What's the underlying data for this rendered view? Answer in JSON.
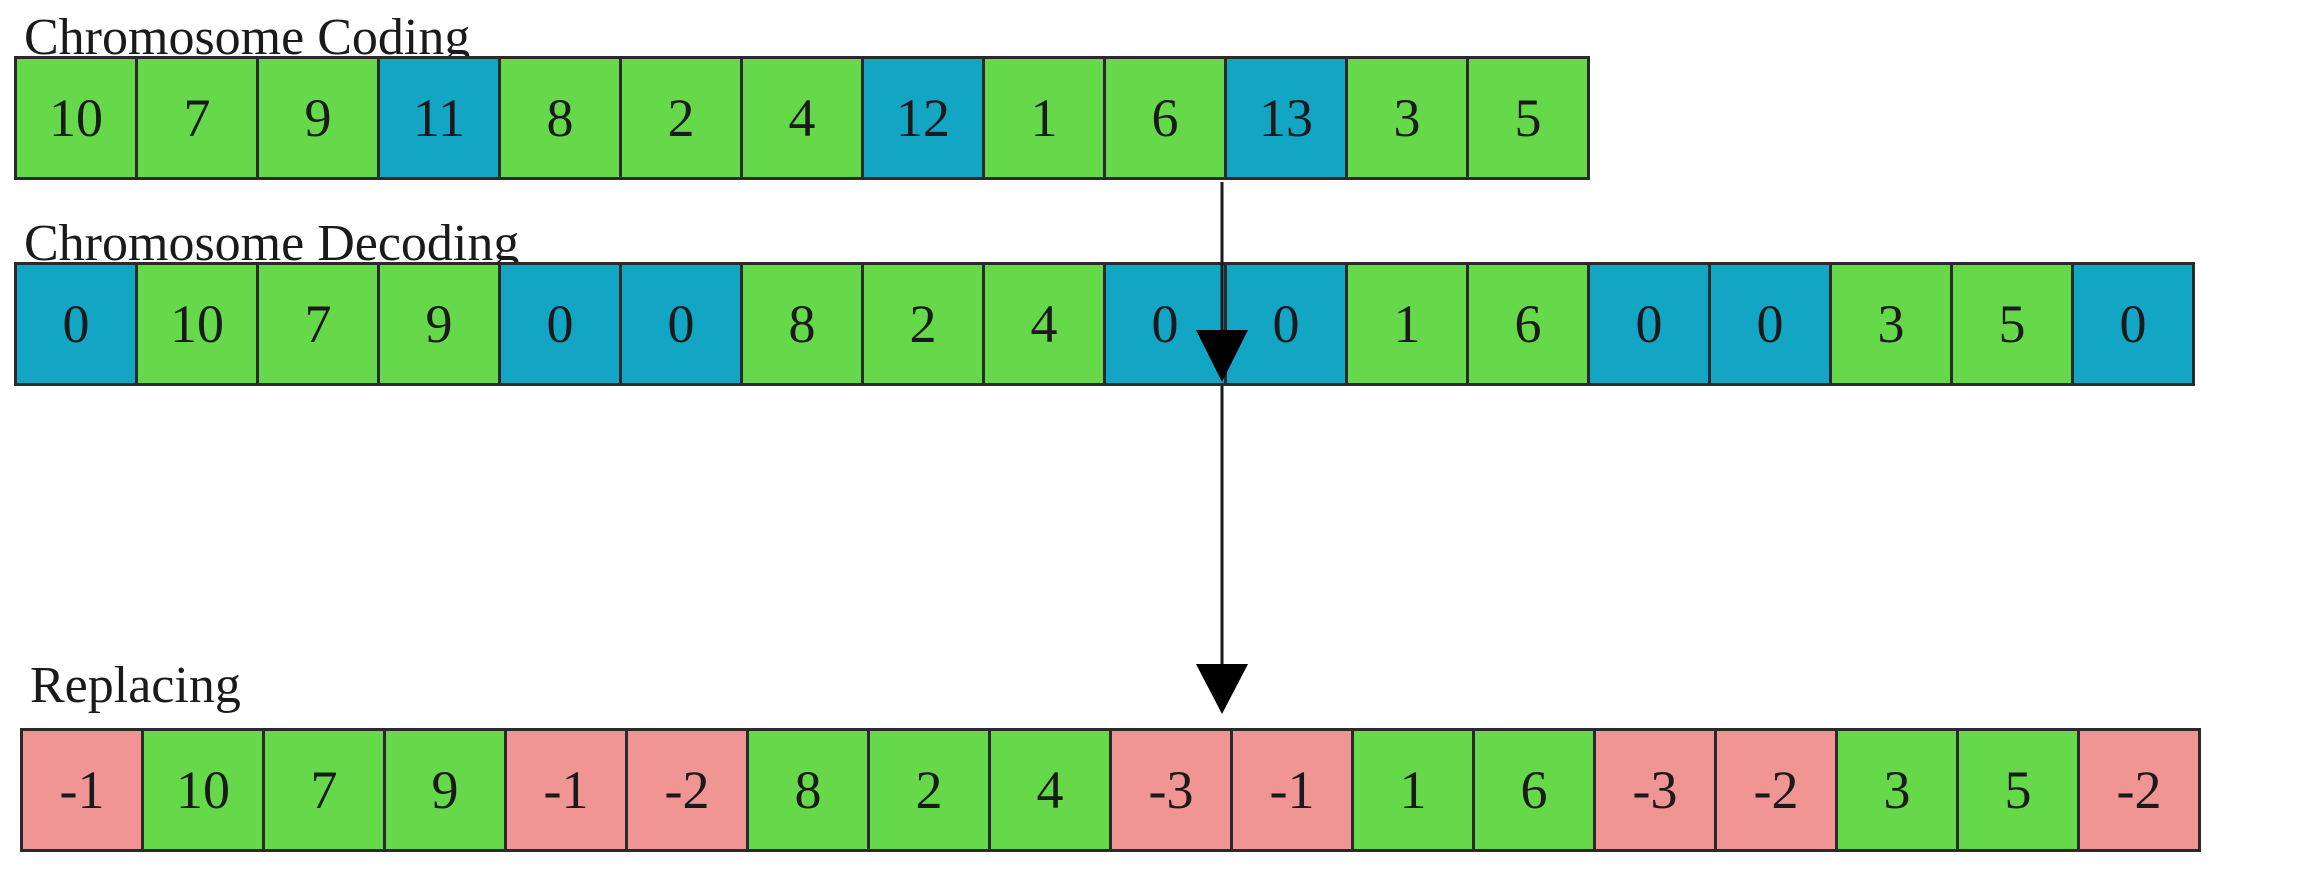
{
  "colors": {
    "green": "#66d94a",
    "blue": "#12a6c4",
    "red": "#f09494"
  },
  "coding": {
    "label": "Chromosome Coding",
    "cells": [
      {
        "v": "10",
        "c": "green"
      },
      {
        "v": "7",
        "c": "green"
      },
      {
        "v": "9",
        "c": "green"
      },
      {
        "v": "11",
        "c": "blue"
      },
      {
        "v": "8",
        "c": "green"
      },
      {
        "v": "2",
        "c": "green"
      },
      {
        "v": "4",
        "c": "green"
      },
      {
        "v": "12",
        "c": "blue"
      },
      {
        "v": "1",
        "c": "green"
      },
      {
        "v": "6",
        "c": "green"
      },
      {
        "v": "13",
        "c": "blue"
      },
      {
        "v": "3",
        "c": "green"
      },
      {
        "v": "5",
        "c": "green"
      }
    ]
  },
  "decoding": {
    "label": "Chromosome Decoding",
    "cells": [
      {
        "v": "0",
        "c": "blue"
      },
      {
        "v": "10",
        "c": "green"
      },
      {
        "v": "7",
        "c": "green"
      },
      {
        "v": "9",
        "c": "green"
      },
      {
        "v": "0",
        "c": "blue"
      },
      {
        "v": "0",
        "c": "blue"
      },
      {
        "v": "8",
        "c": "green"
      },
      {
        "v": "2",
        "c": "green"
      },
      {
        "v": "4",
        "c": "green"
      },
      {
        "v": "0",
        "c": "blue"
      },
      {
        "v": "0",
        "c": "blue"
      },
      {
        "v": "1",
        "c": "green"
      },
      {
        "v": "6",
        "c": "green"
      },
      {
        "v": "0",
        "c": "blue"
      },
      {
        "v": "0",
        "c": "blue"
      },
      {
        "v": "3",
        "c": "green"
      },
      {
        "v": "5",
        "c": "green"
      },
      {
        "v": "0",
        "c": "blue"
      }
    ]
  },
  "replacing": {
    "label": "Replacing",
    "cells": [
      {
        "v": "-1",
        "c": "red"
      },
      {
        "v": "10",
        "c": "green"
      },
      {
        "v": "7",
        "c": "green"
      },
      {
        "v": "9",
        "c": "green"
      },
      {
        "v": "-1",
        "c": "red"
      },
      {
        "v": "-2",
        "c": "red"
      },
      {
        "v": "8",
        "c": "green"
      },
      {
        "v": "2",
        "c": "green"
      },
      {
        "v": "4",
        "c": "green"
      },
      {
        "v": "-3",
        "c": "red"
      },
      {
        "v": "-1",
        "c": "red"
      },
      {
        "v": "1",
        "c": "green"
      },
      {
        "v": "6",
        "c": "green"
      },
      {
        "v": "-3",
        "c": "red"
      },
      {
        "v": "-2",
        "c": "red"
      },
      {
        "v": "3",
        "c": "green"
      },
      {
        "v": "5",
        "c": "green"
      },
      {
        "v": "-2",
        "c": "red"
      }
    ]
  }
}
